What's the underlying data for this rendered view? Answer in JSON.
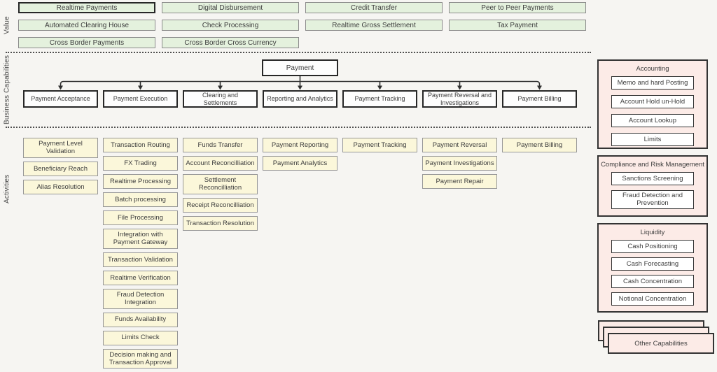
{
  "colors": {
    "background": "#f6f5f2",
    "value_box_fill": "#e4f1dd",
    "activity_box_fill": "#fbf7da",
    "side_panel_fill": "#fcebe7",
    "capability_box_fill": "#fdfdfd",
    "light_border": "#8b8b8b",
    "emphasis_border": "#272727",
    "text": "#3d3d3d"
  },
  "sections": {
    "value": {
      "label": "Value",
      "items": [
        {
          "label": "Realtime Payments",
          "emphasized": true
        },
        {
          "label": "Digital Disbursement"
        },
        {
          "label": "Credit Transfer"
        },
        {
          "label": "Peer to Peer Payments"
        },
        {
          "label": "Automated Clearing House"
        },
        {
          "label": "Check Processing"
        },
        {
          "label": "Realtime Gross Settlement"
        },
        {
          "label": "Tax Payment"
        },
        {
          "label": "Cross Border Payments"
        },
        {
          "label": "Cross Border Cross Currency"
        }
      ]
    },
    "business_capabilities": {
      "label": "Business Capabilities",
      "root": "Payment",
      "children": [
        "Payment Acceptance",
        "Payment Execution",
        "Clearing and Settlements",
        "Reporting and Analytics",
        "Payment Tracking",
        "Payment Reversal and Investigations",
        "Payment Billing"
      ]
    },
    "activities": {
      "label": "Activities",
      "columns": [
        {
          "items": [
            "Payment Level Validation",
            "Beneficiary Reach",
            "Alias Resolution"
          ]
        },
        {
          "items": [
            "Transaction Routing",
            "FX Trading",
            "Realtime Processing",
            "Batch processing",
            "File Processing",
            "Integration with Payment Gateway",
            "Transaction Validation",
            "Realtime Verification",
            "Fraud Detection Integration",
            "Funds Availability",
            "Limits Check",
            "Decision making and Transaction Approval"
          ]
        },
        {
          "items": [
            "Funds Transfer",
            "Account Reconcilliation",
            "Settlement Reconcilliation",
            "Receipt Reconcilliation",
            "Transaction Resolution"
          ]
        },
        {
          "items": [
            "Payment Reporting",
            "Payment Analytics"
          ]
        },
        {
          "items": [
            "Payment Tracking"
          ]
        },
        {
          "items": [
            "Payment Reversal",
            "Payment Investigations",
            "Payment Repair"
          ]
        },
        {
          "items": [
            "Payment Billing"
          ]
        }
      ]
    },
    "side_panels": {
      "accounting": {
        "title": "Accounting",
        "items": [
          "Memo and hard Posting",
          "Account Hold un-Hold",
          "Account Lookup",
          "Limits"
        ]
      },
      "compliance": {
        "title": "Compliance and Risk Management",
        "items": [
          "Sanctions Screening",
          "Fraud Detection and Prevention"
        ]
      },
      "liquidity": {
        "title": "Liquidity",
        "items": [
          "Cash Positioning",
          "Cash Forecasting",
          "Cash Concentration",
          "Notional Concentration"
        ]
      },
      "other": {
        "title": "Other Capabilities"
      }
    }
  }
}
